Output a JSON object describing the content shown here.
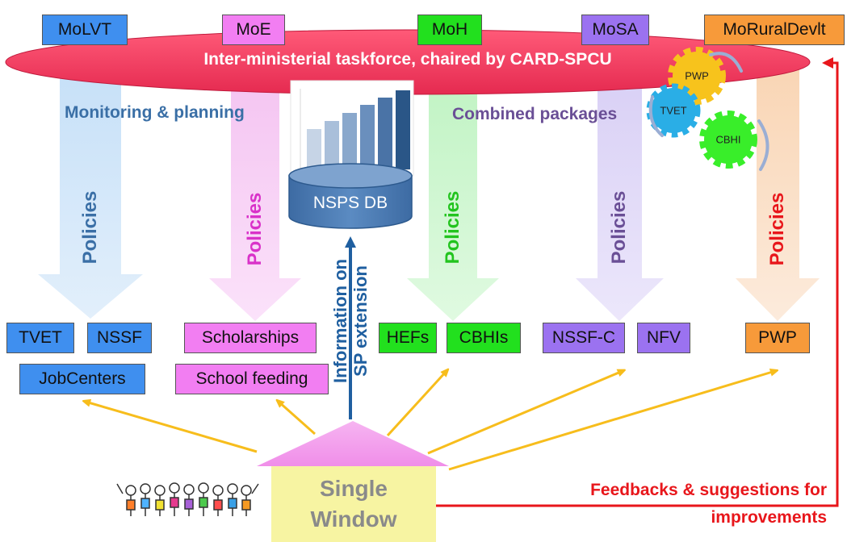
{
  "colors": {
    "molvt": "#3f8fef",
    "moe": "#f27ef2",
    "moh": "#22e01e",
    "mosa": "#9b72f0",
    "morural": "#f79a3a",
    "taskforce": "#ee2f55",
    "feedback": "#e8161b",
    "yellow_arrow": "#f7bd1c",
    "info_arrow": "#1f5fa0",
    "monitoring_text": "#3a6fa6",
    "combined_text": "#6a4f96",
    "single_window_bg": "#f7f4a2",
    "triangle": "#f7a9ef",
    "db": "#4d7bb0"
  },
  "ministries": [
    {
      "id": "molvt",
      "label": "MoLVT"
    },
    {
      "id": "moe",
      "label": "MoE"
    },
    {
      "id": "moh",
      "label": "MoH"
    },
    {
      "id": "mosa",
      "label": "MoSA"
    },
    {
      "id": "morural",
      "label": "MoRuralDevlt"
    }
  ],
  "taskforce": {
    "label": "Inter-ministerial taskforce, chaired by CARD-SPCU"
  },
  "monitoring_label": "Monitoring & planning",
  "combined_label": "Combined packages",
  "policies_label": "Policies",
  "gears": {
    "pwp": "PWP",
    "tvet": "TVET",
    "cbhi": "CBHI"
  },
  "database": {
    "label": "NSPS DB"
  },
  "info_label": {
    "line1": "Information on",
    "line2": "SP extension"
  },
  "programs": {
    "tvet": "TVET",
    "nssf": "NSSF",
    "jobcenters": "JobCenters",
    "scholarships": "Scholarships",
    "school_feeding": "School feeding",
    "hefs": "HEFs",
    "cbhis": "CBHIs",
    "nssfc": "NSSF-C",
    "nfv": "NFV",
    "pwp": "PWP"
  },
  "single_window": {
    "line1": "Single",
    "line2": "Window"
  },
  "feedback": {
    "line1": "Feedbacks & suggestions for",
    "line2": "improvements"
  }
}
